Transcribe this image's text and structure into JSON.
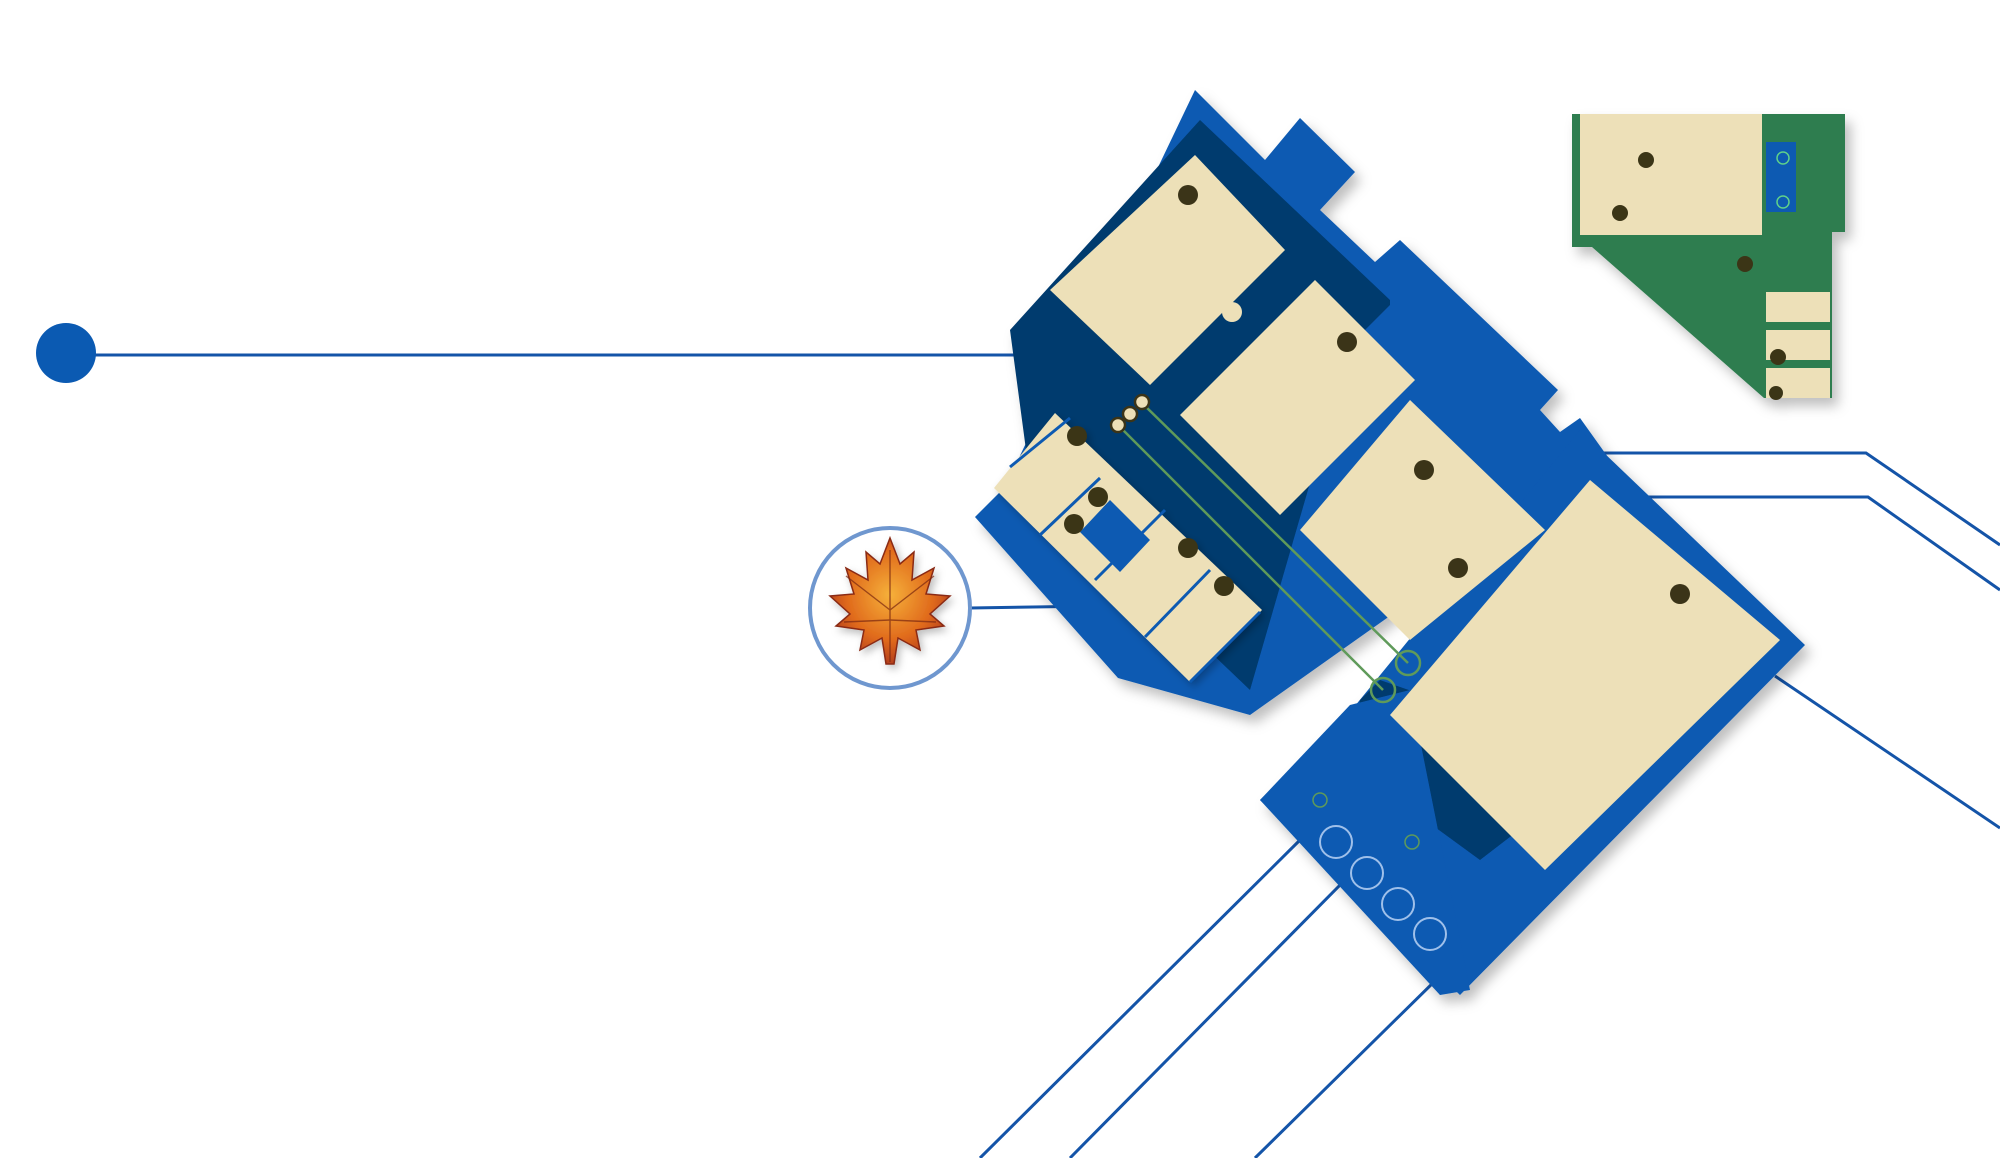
{
  "diagram": {
    "kind": "chip-illustration",
    "colors": {
      "background": "#ffffff",
      "blue_board": "#0b5ab2",
      "dark_blue": "#043a6e",
      "pad": "#ede0b8",
      "pad_dot": "#3b3418",
      "green_board": "#2e7d4f",
      "trace_line": "#1454a8",
      "circle_border": "#6f97cf",
      "trace_green": "#5f9a5a"
    },
    "icons": {
      "leaf": "maple-leaf-icon",
      "dot": "connector-dot-icon"
    },
    "parts": [
      "main-chip",
      "secondary-chip",
      "leaf-badge",
      "connector-lines"
    ]
  }
}
